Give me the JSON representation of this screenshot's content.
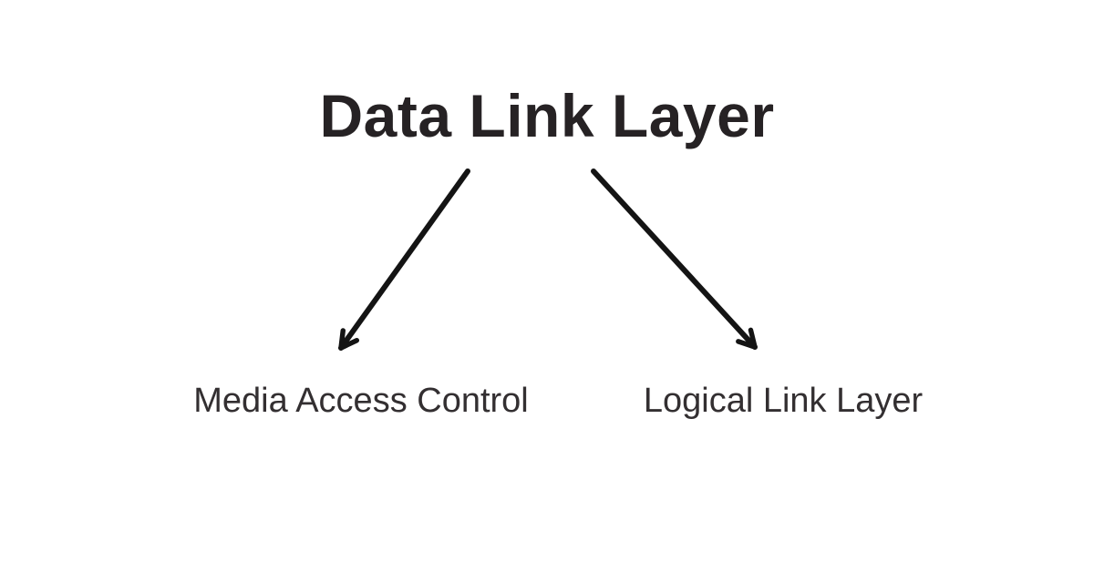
{
  "diagram": {
    "title": "Data Link Layer",
    "children": [
      {
        "label": "Media Access Control"
      },
      {
        "label": "Logical Link Layer"
      }
    ]
  },
  "colors": {
    "background": "#ffffff",
    "title_text": "#262224",
    "label_text": "#332f31",
    "arrow": "#141414"
  }
}
